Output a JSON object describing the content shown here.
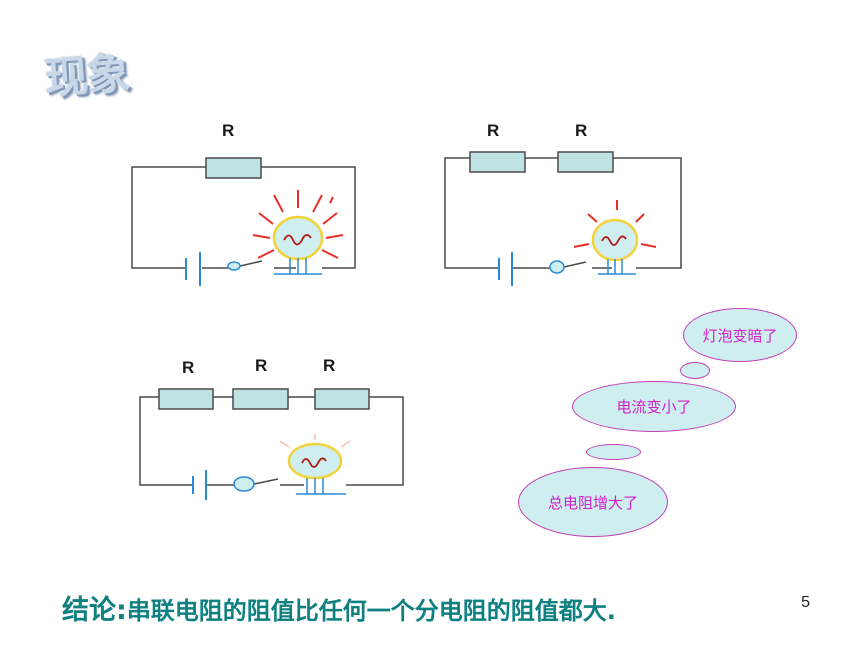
{
  "slide": {
    "title": "现象",
    "page_number": "5"
  },
  "circuits": [
    {
      "resistor_labels": [
        "R"
      ]
    },
    {
      "resistor_labels": [
        "R",
        "R"
      ]
    },
    {
      "resistor_labels": [
        "R",
        "R",
        "R"
      ]
    }
  ],
  "thought_bubbles": [
    "灯泡变暗了",
    "电流变小了",
    "总电阻增大了"
  ],
  "conclusion": {
    "label": "结论:",
    "text": "串联电阻的阻值比任何一个分电阻的阻值都大."
  },
  "colors": {
    "wire": "#4a4a4a",
    "resistor_fill": "#bfe3e3",
    "bulb_fill": "#cfeef0",
    "bulb_ring": "#f2d43a",
    "rays": "#e8302a",
    "battery": "#2a8ad8",
    "bubble_fill": "#cfeef0",
    "bubble_text": "#d020c8",
    "conclusion_text": "#0e8080"
  }
}
